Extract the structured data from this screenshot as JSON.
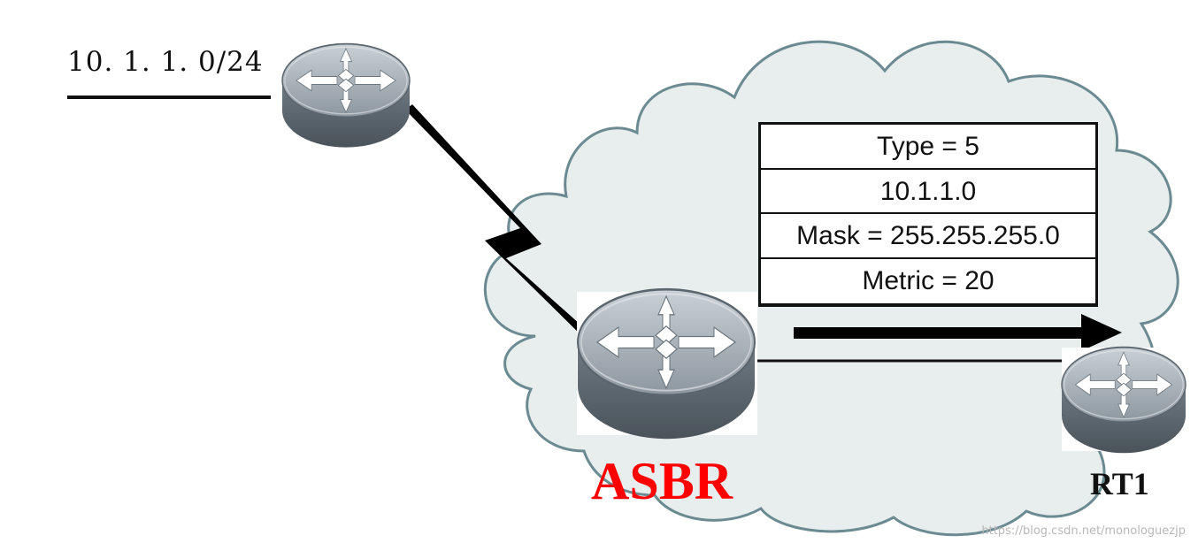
{
  "subnet": {
    "label": "10. 1. 1. 0/24"
  },
  "lsa": {
    "rows": [
      "Type = 5",
      "10.1.1.0",
      " Mask = 255.255.255.0",
      "Metric = 20"
    ]
  },
  "routers": {
    "asbr": {
      "label": "ASBR",
      "color": "#ff0000"
    },
    "rt1": {
      "label": "RT1"
    }
  },
  "watermark": {
    "text": "https://blog.csdn.net/monologuezjp"
  },
  "colors": {
    "cloud_fill": "#e8edee",
    "cloud_stroke": "#6b8a91",
    "router_body": "#7f8a93"
  },
  "icons": [
    "router-icon",
    "serial-link-icon",
    "arrow-right-icon",
    "cloud-icon"
  ]
}
